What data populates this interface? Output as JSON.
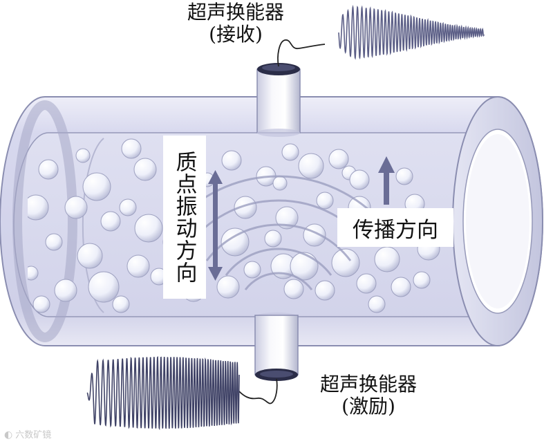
{
  "labels": {
    "top_transducer": "超声换能器",
    "top_mode": "(接收)",
    "bottom_transducer": "超声换能器",
    "bottom_mode": "(激励)",
    "vibration_direction": "质点振动方向",
    "propagation_direction": "传播方向"
  },
  "watermark": {
    "text": "六数矿镜"
  },
  "icons": {
    "watermark_icon": "camera-logo-icon",
    "arrow_vibration": "double-arrow-vertical-icon",
    "arrow_propagation": "arrow-up-icon"
  },
  "colors": {
    "pipe_fill": "#d8d9ee",
    "pipe_stroke": "#7b7ea3",
    "bubble_fill": "#f2f3fb",
    "arrow": "#6a6d96",
    "wave": "#5b5e86",
    "transducer_cap": "#2b2d48"
  }
}
